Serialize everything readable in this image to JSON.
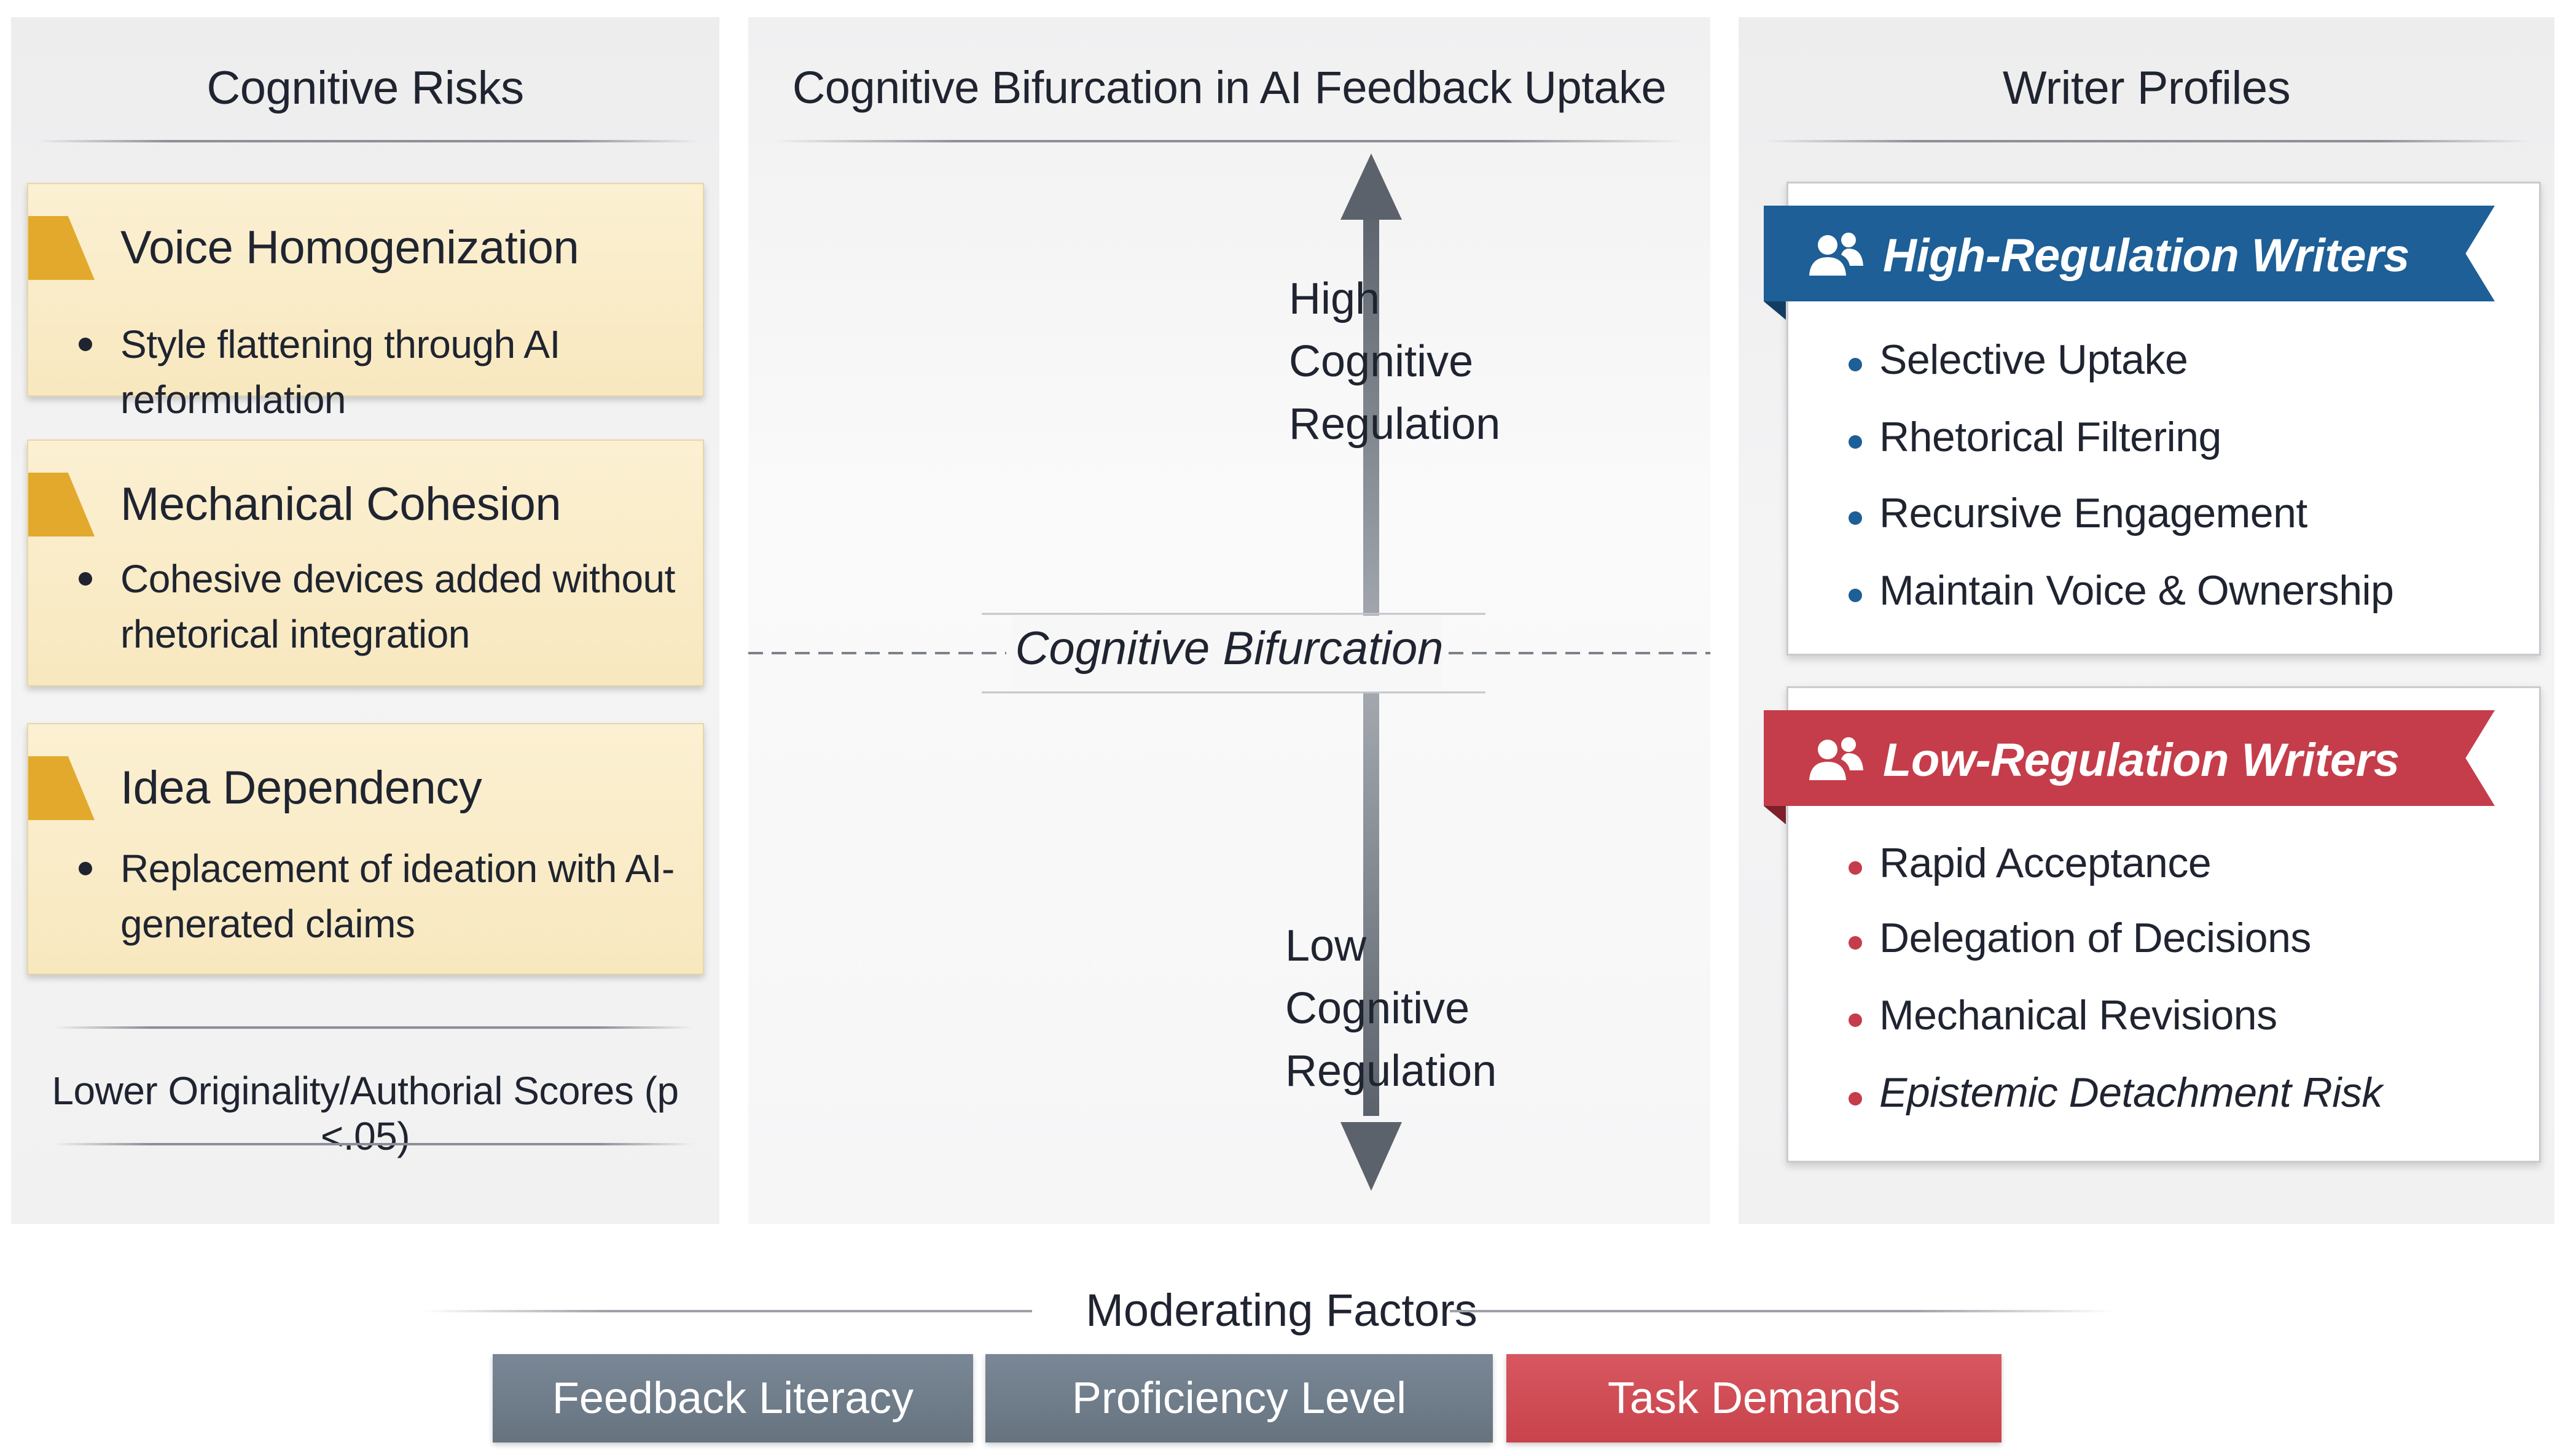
{
  "title": "Cognitive Bifurcation in AI Feedback Uptake",
  "left": {
    "title": "Cognitive Risks",
    "risks": [
      {
        "title": "Voice Homogenization",
        "bullet_lines": [
          "Style flattening through AI reformulation"
        ]
      },
      {
        "title": "Mechanical Cohesion",
        "bullet_lines": [
          "Cohesive devices added without",
          "rhetorical integration"
        ]
      },
      {
        "title": "Idea Dependency",
        "bullet_lines": [
          "Replacement of ideation with AI-",
          "generated claims"
        ]
      }
    ],
    "summary": "Lower Originality/Authorial Scores (p <.05)"
  },
  "center": {
    "high_label": [
      "High",
      "Cognitive",
      "Regulation"
    ],
    "divider_label": "Cognitive Bifurcation",
    "low_label": [
      "Low",
      "Cognitive",
      "Regulation"
    ]
  },
  "right": {
    "title": "Writer Profiles",
    "high": {
      "title": "High-Regulation Writers",
      "color": "#1d5f96",
      "icon": "users-icon",
      "items": [
        "Selective Uptake",
        "Rhetorical Filtering",
        "Recursive Engagement",
        "Maintain Voice & Ownership"
      ]
    },
    "low": {
      "title": "Low-Regulation Writers",
      "color": "#c53d4a",
      "icon": "users-icon",
      "items": [
        "Rapid Acceptance",
        "Delegation of Decisions",
        "Mechanical Revisions",
        "Epistemic Detachment Risk"
      ]
    }
  },
  "bottom": {
    "title": "Moderating Factors",
    "factors": [
      {
        "label": "Feedback Literacy",
        "color": "#6f7d8c"
      },
      {
        "label": "Proficiency Level",
        "color": "#6f7d8c"
      },
      {
        "label": "Task Demands",
        "color": "#cf4a52"
      }
    ]
  },
  "colors": {
    "accent_gold": "#e2a92c",
    "card_bg": "#f9ebc6",
    "arrow": "#5f6670"
  }
}
